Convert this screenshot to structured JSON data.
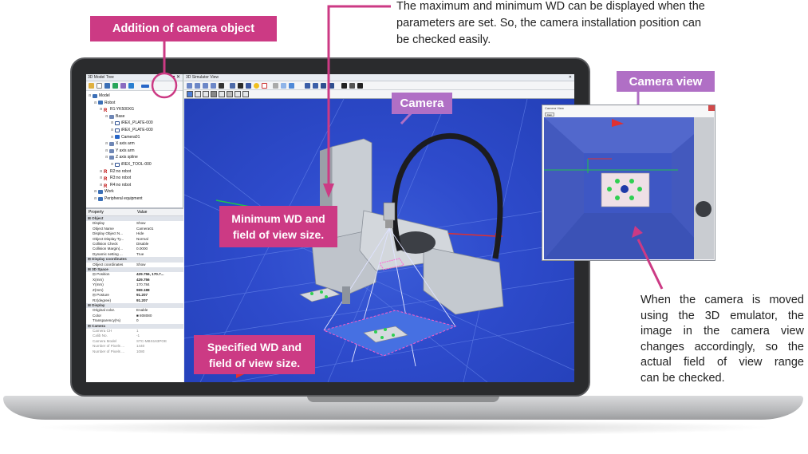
{
  "callouts": {
    "addition": "Addition of camera object",
    "camera": "Camera",
    "camera_view": "Camera view",
    "min_wd_line1": "Minimum WD and",
    "min_wd_line2": "field of view size.",
    "spec_wd_line1": "Specified WD and",
    "spec_wd_line2": "field of view size."
  },
  "annotations": {
    "top_line1": "The maximum and minimum WD can be displayed when the",
    "top_line2": "parameters are set. So, the camera installation position can",
    "top_line3": "be checked easily.",
    "right_line1": "When the camera is moved",
    "right_line2": "using the 3D emulator, the",
    "right_line3": "image in the camera view",
    "right_line4": "changes accordingly, so the",
    "right_line5": "actual field of view range",
    "right_line6": "can be checked."
  },
  "tree_pane": {
    "title": "3D Model Tree",
    "pin": "▾ ✕",
    "nodes": [
      {
        "label": "Model",
        "icon": "folder-icon",
        "indent": 0
      },
      {
        "label": "Robot",
        "icon": "folder-icon",
        "indent": 1
      },
      {
        "label": "R1:YK500XG",
        "icon": "robot-icon",
        "indent": 2
      },
      {
        "label": "Base",
        "icon": "axis-icon",
        "indent": 3
      },
      {
        "label": "iREX_PLATE-000",
        "icon": "plate-icon",
        "indent": 4
      },
      {
        "label": "iREX_PLATE-000",
        "icon": "plate-icon",
        "indent": 4
      },
      {
        "label": "Camera01",
        "icon": "camera-icon",
        "indent": 4
      },
      {
        "label": "X axis arm",
        "icon": "axis-icon",
        "indent": 3
      },
      {
        "label": "Y axis arm",
        "icon": "axis-icon",
        "indent": 3
      },
      {
        "label": "Z axis spline",
        "icon": "axis-icon",
        "indent": 3
      },
      {
        "label": "iREX_TOOL-000",
        "icon": "plate-icon",
        "indent": 4
      },
      {
        "label": "R2:no robot",
        "icon": "robot-icon",
        "indent": 2
      },
      {
        "label": "R3:no robot",
        "icon": "robot-icon",
        "indent": 2
      },
      {
        "label": "R4:no robot",
        "icon": "robot-icon",
        "indent": 2
      },
      {
        "label": "Work",
        "icon": "folder-icon",
        "indent": 1
      },
      {
        "label": "Peripheral equipment",
        "icon": "folder-icon",
        "indent": 1
      }
    ]
  },
  "properties": {
    "col_property": "Property",
    "col_value": "Value",
    "rows": [
      {
        "type": "cat",
        "name": "⊟ Object",
        "value": ""
      },
      {
        "type": "row",
        "name": "Display",
        "value": "Show"
      },
      {
        "type": "row",
        "name": "Object Name",
        "value": "Camera01"
      },
      {
        "type": "row",
        "name": "Display Object N...",
        "value": "Hide"
      },
      {
        "type": "row",
        "name": "Object Display Ty...",
        "value": "Normal"
      },
      {
        "type": "row",
        "name": "Collision Check",
        "value": "Disable"
      },
      {
        "type": "row",
        "name": "Collision Margin(...",
        "value": "0.0000"
      },
      {
        "type": "row",
        "name": "Dynamic setting ...",
        "value": "True"
      },
      {
        "type": "cat",
        "name": "⊟ Display coordinates",
        "value": ""
      },
      {
        "type": "row",
        "name": "Object coordinates",
        "value": "Show"
      },
      {
        "type": "cat",
        "name": "⊟ 3D Space",
        "value": ""
      },
      {
        "type": "bold",
        "name": "⊟ Position",
        "value": "429.756, 170.7..."
      },
      {
        "type": "bold",
        "name": "X(mm)",
        "value": "429.756"
      },
      {
        "type": "row",
        "name": "Y(mm)",
        "value": "170.784"
      },
      {
        "type": "bold",
        "name": "Z(mm)",
        "value": "969.188"
      },
      {
        "type": "bold",
        "name": "⊟ Posture",
        "value": "91.207"
      },
      {
        "type": "bold",
        "name": "Rz(degree)",
        "value": "91.207"
      },
      {
        "type": "cat",
        "name": "⊟ Display",
        "value": ""
      },
      {
        "type": "row",
        "name": "Original color.",
        "value": "Enable"
      },
      {
        "type": "row",
        "name": "Color",
        "value": "■ 808080"
      },
      {
        "type": "row",
        "name": "Transparency(%)",
        "value": "0"
      },
      {
        "type": "cat",
        "name": "⊟ Camera",
        "value": ""
      },
      {
        "type": "gray",
        "name": "Camera CH",
        "value": "1"
      },
      {
        "type": "gray",
        "name": "Calib No.",
        "value": "-1"
      },
      {
        "type": "gray",
        "name": "Camera Model",
        "value": "STC-MBS163POE"
      },
      {
        "type": "gray",
        "name": "Number of Pixels ...",
        "value": "1440"
      },
      {
        "type": "gray",
        "name": "Number of Pixels ...",
        "value": "1080"
      }
    ]
  },
  "view_pane": {
    "title": "3D Simulator View",
    "close": "✕"
  },
  "camera_window": {
    "title": "Camera View",
    "button": "Cam"
  },
  "colors": {
    "callout_pink": "#cc3a84",
    "callout_lilac": "#b06fc5",
    "sky_blue": "#2e4bcc"
  }
}
